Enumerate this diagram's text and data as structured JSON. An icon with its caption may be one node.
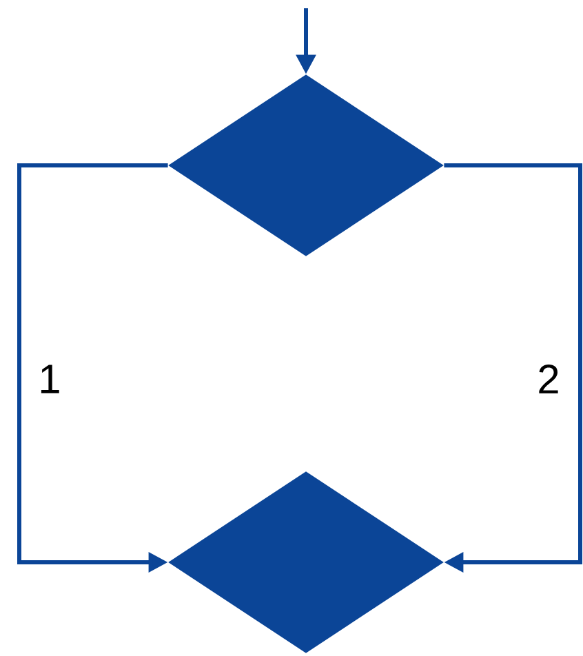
{
  "diagram": {
    "nodes": [
      {
        "text": [],
        "shape": "diamond"
      },
      {
        "text": [],
        "shape": "diamond"
      }
    ],
    "edges": [
      {
        "from": null,
        "to": 0,
        "arrow": "to"
      },
      {
        "from": 0,
        "to": 1,
        "arrow": "to",
        "label": "1"
      },
      {
        "from": 0,
        "to": 1,
        "arrow": "to",
        "label": "2"
      }
    ]
  }
}
